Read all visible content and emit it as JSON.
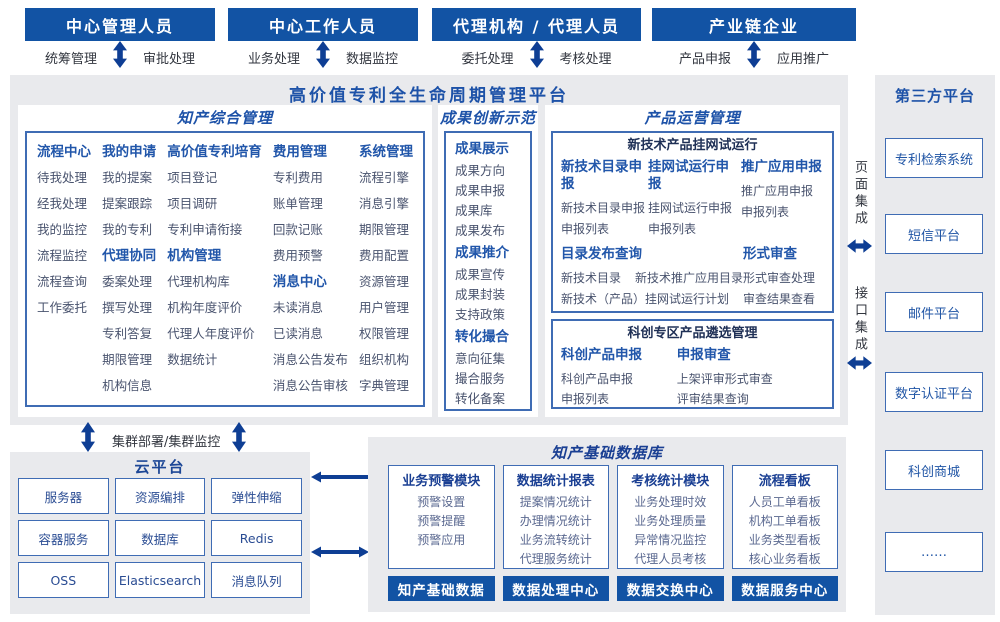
{
  "top_roles": [
    {
      "title": "中心管理人员",
      "left_label": "统筹管理",
      "right_label": "审批处理"
    },
    {
      "title": "中心工作人员",
      "left_label": "业务处理",
      "right_label": "数据监控"
    },
    {
      "title": "代理机构 / 代理人员",
      "left_label": "委托处理",
      "right_label": "考核处理"
    },
    {
      "title": "产业链企业",
      "left_label": "产品申报",
      "right_label": "应用推广"
    }
  ],
  "platform": {
    "title": "高价值专利全生命周期管理平台",
    "ip_management": {
      "title": "知产综合管理",
      "columns": [
        {
          "groups": [
            {
              "header": "流程中心",
              "items": [
                "待我处理",
                "经我处理",
                "我的监控",
                "流程监控",
                "流程查询",
                "工作委托"
              ]
            }
          ]
        },
        {
          "groups": [
            {
              "header": "我的申请",
              "items": [
                "我的提案",
                "提案跟踪",
                "我的专利"
              ]
            },
            {
              "header": "代理协同",
              "items": [
                "委案处理",
                "撰写处理",
                "专利答复",
                "期限管理",
                "机构信息"
              ]
            }
          ]
        },
        {
          "groups": [
            {
              "header": "高价值专利培育",
              "items": [
                "项目登记",
                "项目调研",
                "专利申请衔接"
              ]
            },
            {
              "header": "机构管理",
              "items": [
                "代理机构库",
                "机构年度评价",
                "代理人年度评价",
                "数据统计"
              ]
            }
          ]
        },
        {
          "groups": [
            {
              "header": "费用管理",
              "items": [
                "专利费用",
                "账单管理",
                "回款记账",
                "费用预警"
              ]
            },
            {
              "header": "消息中心",
              "items": [
                "未读消息",
                "已读消息",
                "消息公告发布",
                "消息公告审核"
              ]
            }
          ]
        },
        {
          "groups": [
            {
              "header": "系统管理",
              "items": [
                "流程引擎",
                "消息引擎",
                "期限管理",
                "费用配置",
                "资源管理",
                "用户管理",
                "权限管理",
                "组织机构",
                "字典管理"
              ]
            }
          ]
        }
      ]
    },
    "achievement": {
      "title": "成果创新示范",
      "groups": [
        {
          "header": "成果展示",
          "items": [
            "成果方向",
            "成果申报",
            "成果库",
            "成果发布"
          ]
        },
        {
          "header": "成果推介",
          "items": [
            "成果宣传",
            "成果封装",
            "支持政策"
          ]
        },
        {
          "header": "转化撮合",
          "items": [
            "意向征集",
            "撮合服务",
            "转化备案"
          ]
        }
      ]
    },
    "product_ops": {
      "title": "产品运营管理",
      "subbox1": {
        "title": "新技术产品挂网试运行",
        "columns": [
          {
            "header": "新技术目录申报",
            "items": [
              "新技术目录申报",
              "申报列表"
            ]
          },
          {
            "header": "挂网试运行申报",
            "items": [
              "挂网试运行申报",
              "申报列表"
            ]
          },
          {
            "header": "推广应用申报",
            "items": [
              "推广应用申报",
              "申报列表"
            ]
          }
        ],
        "catalog": {
          "header": "目录发布查询",
          "row1": [
            "新技术目录",
            "新技术推广应用目录"
          ],
          "row2": "新技术（产品）挂网试运行计划"
        },
        "review": {
          "header": "形式审查",
          "items": [
            "形式审查处理",
            "审查结果查看"
          ]
        }
      },
      "subbox2": {
        "title": "科创专区产品遴选管理",
        "columns": [
          {
            "header": "科创产品申报",
            "items": [
              "科创产品申报",
              "申报列表"
            ]
          },
          {
            "header": "申报审查",
            "items": [
              "上架评审形式审查",
              "评审结果查询"
            ]
          }
        ]
      }
    }
  },
  "third_party": {
    "title": "第三方平台",
    "integration_labels": [
      "页面集成",
      "接口集成"
    ],
    "boxes": [
      "专利检索系统",
      "短信平台",
      "邮件平台",
      "数字认证平台",
      "科创商城",
      "……"
    ]
  },
  "cluster_label": "集群部署/集群监控",
  "cloud": {
    "title": "云平台",
    "boxes": [
      "服务器",
      "资源编排",
      "弹性伸缩",
      "容器服务",
      "数据库",
      "Redis",
      "OSS",
      "Elasticsearch",
      "消息队列"
    ]
  },
  "data_platform": {
    "title": "知产基础数据库",
    "modules": [
      {
        "header": "业务预警模块",
        "items": [
          "预警设置",
          "预警提醒",
          "预警应用"
        ],
        "footer": "知产基础数据"
      },
      {
        "header": "数据统计报表",
        "items": [
          "提案情况统计",
          "办理情况统计",
          "业务流转统计",
          "代理服务统计"
        ],
        "footer": "数据处理中心"
      },
      {
        "header": "考核统计模块",
        "items": [
          "业务处理时效",
          "业务处理质量",
          "异常情况监控",
          "代理人员考核"
        ],
        "footer": "数据交换中心"
      },
      {
        "header": "流程看板",
        "items": [
          "人员工单看板",
          "机构工单看板",
          "业务类型看板",
          "核心业务看板"
        ],
        "footer": "数据服务中心"
      }
    ]
  },
  "colors": {
    "header_blue": "#1253a4",
    "arrow_navy": "#0e3e94",
    "border_blue": "#3f6cb4",
    "panel_gray": "#e9eaed"
  }
}
